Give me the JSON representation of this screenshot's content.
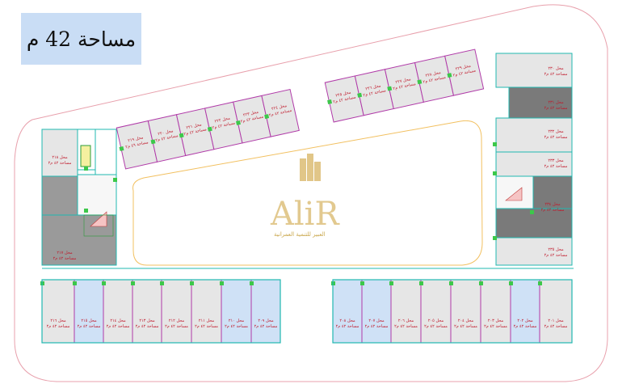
{
  "area_badge": {
    "text": "مساحة 42 م",
    "background": "#c9ddf5"
  },
  "logo": {
    "letters": "AliR",
    "tagline": "العبير للتنمية العمرانية",
    "color": "#d9b86a"
  },
  "colors": {
    "site_boundary": "#e8a0ac",
    "wall": "#20b8b0",
    "partition": "#b03aa8",
    "unit_fill": "#e6e6e6",
    "highlight_unit_fill": "#cfe1f6",
    "dark_unit_fill": "#7a7a7a",
    "courtyard": "#f2c060",
    "column": "#3cc84a",
    "label_text": "#c0182a"
  },
  "shop_prefix": "محل",
  "shops": [
    {
      "id": "top-1",
      "label": "محل ٢١٩",
      "note": "مساحة ٤٩ م٢"
    },
    {
      "id": "top-2",
      "label": "محل ٢٢٠",
      "note": "مساحة ٤٢ م٢"
    },
    {
      "id": "top-3",
      "label": "محل ٢٢١",
      "note": "مساحة ٤٢ م٢"
    },
    {
      "id": "top-4",
      "label": "محل ٢٢٢",
      "note": "مساحة ٤٢ م٢"
    },
    {
      "id": "top-5",
      "label": "محل ٢٢٣",
      "note": "مساحة ٤٢ م٢"
    },
    {
      "id": "top-6",
      "label": "محل ٢٢٤",
      "note": "مساحة ٤٢ م٢"
    },
    {
      "id": "top-7",
      "label": "محل ٢٢٥",
      "note": "مساحة ٤٢ م٢"
    },
    {
      "id": "top-8",
      "label": "محل ٢٢٦",
      "note": "مساحة ٤٢ م٢"
    },
    {
      "id": "top-9",
      "label": "محل ٢٢٧",
      "note": "مساحة ٤٢ م٢"
    },
    {
      "id": "top-10",
      "label": "محل ٢٢٨",
      "note": "مساحة ٤٢ م٢"
    },
    {
      "id": "top-11",
      "label": "محل ٢٢٩",
      "note": "مساحة ٤٢ م٢"
    },
    {
      "id": "right-1",
      "label": "محل ٢٣٠",
      "note": "مساحة ٤٢ م٢"
    },
    {
      "id": "right-2",
      "label": "محل ٢٣١",
      "note": "مساحة ٤٢ م٢"
    },
    {
      "id": "right-3",
      "label": "محل ٢٣٢",
      "note": "مساحة ٤٢ م٢"
    },
    {
      "id": "right-4",
      "label": "محل ٢٣٣",
      "note": "مساحة ٤٢ م٢"
    },
    {
      "id": "right-5",
      "label": "محل ٢٣٤",
      "note": "مساحة ٤٢ م٢"
    },
    {
      "id": "right-6",
      "label": "محل ٢٣٥",
      "note": "مساحة ٤٢ م٢"
    },
    {
      "id": "left-1",
      "label": "محل ٢١٨",
      "note": "مساحة ٤٢ م٢"
    },
    {
      "id": "left-2",
      "label": "محل ٢١٧",
      "note": "مساحة ٤٢ م٢"
    },
    {
      "id": "bl-1",
      "label": "محل ٢١٦",
      "note": "مساحة ٤٢ م٢"
    },
    {
      "id": "bl-2",
      "label": "محل ٢١٥",
      "note": "مساحة ٤٢ م٢"
    },
    {
      "id": "bl-3",
      "label": "محل ٢١٤",
      "note": "مساحة ٤٢ م٢"
    },
    {
      "id": "bl-4",
      "label": "محل ٢١٣",
      "note": "مساحة ٤٢ م٢"
    },
    {
      "id": "bl-5",
      "label": "محل ٢١٢",
      "note": "مساحة ٤٢ م٢"
    },
    {
      "id": "bl-6",
      "label": "محل ٢١١",
      "note": "مساحة ٤٢ م٢"
    },
    {
      "id": "bl-7",
      "label": "محل ٢١٠",
      "note": "مساحة ٤٢ م٢"
    },
    {
      "id": "bl-8",
      "label": "محل ٢٠٩",
      "note": "مساحة ٤٢ م٢"
    },
    {
      "id": "br-1",
      "label": "محل ٢٠٨",
      "note": "مساحة ٤٢ م٢"
    },
    {
      "id": "br-2",
      "label": "محل ٢٠٧",
      "note": "مساحة ٤٢ م٢"
    },
    {
      "id": "br-3",
      "label": "محل ٢٠٦",
      "note": "مساحة ٤٢ م٢"
    },
    {
      "id": "br-4",
      "label": "محل ٢٠٥",
      "note": "مساحة ٤٢ م٢"
    },
    {
      "id": "br-5",
      "label": "محل ٢٠٤",
      "note": "مساحة ٤٢ م٢"
    },
    {
      "id": "br-6",
      "label": "محل ٢٠٣",
      "note": "مساحة ٤٢ م٢"
    },
    {
      "id": "br-7",
      "label": "محل ٢٠٢",
      "note": "مساحة ٤٢ م٢"
    },
    {
      "id": "br-8",
      "label": "محل ٢٠١",
      "note": "مساحة ٤٢ م٢"
    }
  ]
}
